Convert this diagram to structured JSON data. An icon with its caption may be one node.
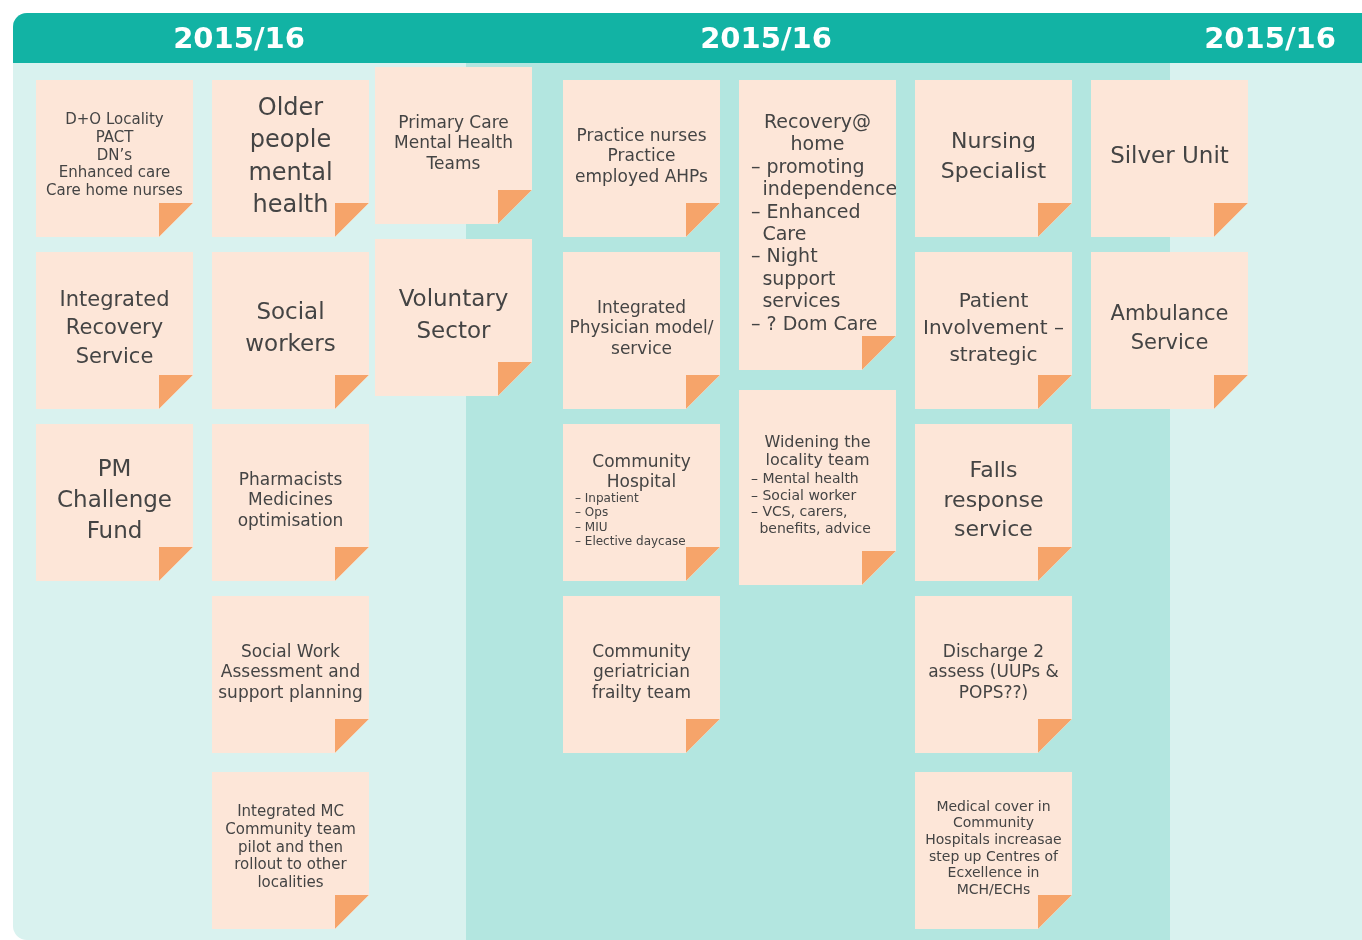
{
  "diagram": {
    "nodes": [
      {
        "text": [
          "2015/16"
        ]
      },
      {
        "text": [
          "D+O Locality",
          "PACT",
          "DN’s",
          "Enhanced care",
          "Care home nurses"
        ],
        "in": 0
      },
      {
        "text": [
          "Older people mental health"
        ],
        "in": 0
      },
      {
        "text": [
          "Primary Care Mental Health Teams"
        ]
      },
      {
        "text": [
          "Integrated Recovery Service"
        ],
        "in": 0
      },
      {
        "text": [
          "Social workers"
        ],
        "in": 0
      },
      {
        "text": [
          "Voluntary Sector"
        ]
      },
      {
        "text": [
          "PM Challenge Fund"
        ],
        "in": 0
      },
      {
        "text": [
          "Pharmacists Medicines optimisation"
        ],
        "in": 0
      },
      {
        "text": [
          "Social Work Assessment and support planning"
        ],
        "in": 0
      },
      {
        "text": [
          "Integrated MC Community team pilot and then rollout to other localities"
        ],
        "in": 0
      },
      {
        "text": [
          "2015/16"
        ]
      },
      {
        "text": [
          "Practice nurses",
          "Practice employed AHPs"
        ],
        "in": 11
      },
      {
        "text": [
          "Recovery@ home",
          "– promoting independence",
          "– Enhanced Care",
          "– Night support services",
          "– ? Dom Care"
        ],
        "in": 11
      },
      {
        "text": [
          "Nursing Specialist"
        ],
        "in": 11
      },
      {
        "text": [
          "Integrated Physician model/ service"
        ],
        "in": 11
      },
      {
        "text": [
          "Patient Involvement – strategic"
        ],
        "in": 11
      },
      {
        "text": [
          "Community Hospital",
          "– Inpatient",
          "– Ops",
          "– MIU",
          "– Elective daycase"
        ],
        "in": 11
      },
      {
        "text": [
          "Widening the locality team",
          "– Mental health",
          "– Social worker",
          "– VCS, carers, benefits, advice"
        ],
        "in": 11
      },
      {
        "text": [
          "Falls response service"
        ],
        "in": 11
      },
      {
        "text": [
          "Community geriatrician frailty team"
        ],
        "in": 11
      },
      {
        "text": [
          "Discharge 2 assess (UUPs & POPS??)"
        ],
        "in": 11
      },
      {
        "text": [
          "Medical cover in Community Hospitals increasae step up Centres of Ecxellence in MCH/ECHs"
        ],
        "in": 11
      },
      {
        "text": [
          "2015/16"
        ]
      },
      {
        "text": [
          "Silver Unit"
        ]
      },
      {
        "text": [
          "Ambulance Service"
        ]
      }
    ]
  }
}
